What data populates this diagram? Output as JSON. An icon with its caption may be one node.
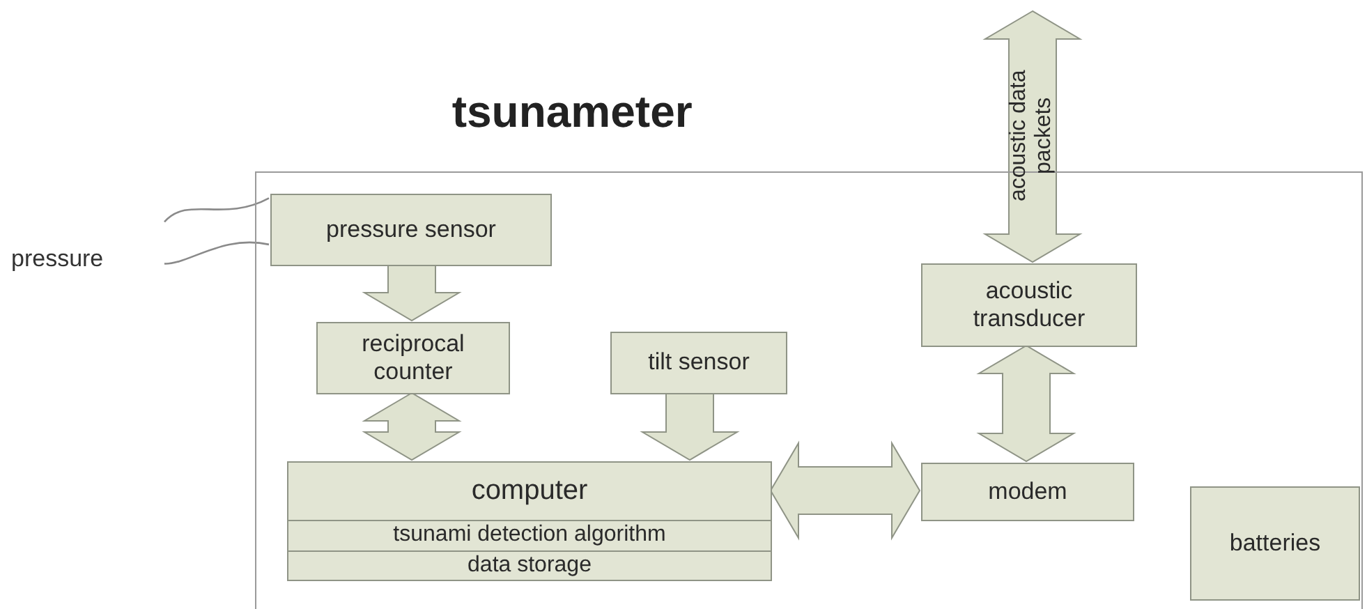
{
  "diagram": {
    "nodes": [
      {
        "text": [
          "tsunameter"
        ]
      },
      {
        "text": [
          "pressure"
        ]
      },
      {
        "text": [
          "pressure sensor"
        ],
        "in": 0
      },
      {
        "text": [
          "reciprocal counter"
        ],
        "in": 0
      },
      {
        "text": [
          "tilt sensor"
        ],
        "in": 0
      },
      {
        "text": [
          "computer",
          "tsunami detection algorithm",
          "data storage"
        ],
        "in": 0
      },
      {
        "text": [
          "acoustic transducer"
        ],
        "in": 0
      },
      {
        "text": [
          "modem"
        ],
        "in": 0
      },
      {
        "text": [
          "batteries"
        ],
        "in": 0
      }
    ],
    "edges": [
      {
        "from": 1,
        "to": 2,
        "arrow": "none"
      },
      {
        "from": 1,
        "to": 2,
        "arrow": "none"
      },
      {
        "from": 2,
        "to": 3,
        "arrow": "to",
        "style": "thick"
      },
      {
        "from": 3,
        "to": 5,
        "arrow": "both",
        "style": "thick"
      },
      {
        "from": 4,
        "to": 5,
        "arrow": "to",
        "style": "thick"
      },
      {
        "from": 5,
        "to": 7,
        "arrow": "both",
        "style": "thick"
      },
      {
        "from": 6,
        "to": 7,
        "arrow": "both",
        "style": "thick"
      },
      {
        "from": null,
        "to": 6,
        "arrow": "both",
        "style": "thick",
        "label": "acoustic data packets"
      }
    ]
  }
}
